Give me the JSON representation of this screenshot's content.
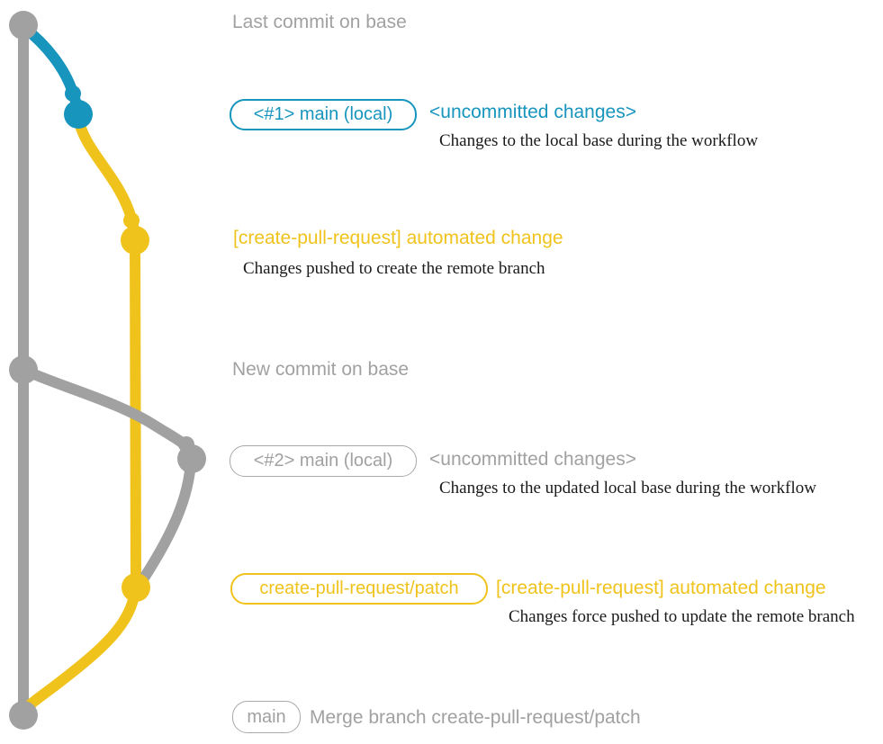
{
  "colors": {
    "gray": "#a1a1a1",
    "blue": "#1795bd",
    "yellow": "#f0c31c",
    "desc_text": "#1a1a1a"
  },
  "graph": {
    "type": "git-branch-diagram",
    "branches": [
      {
        "name": "base",
        "color": "gray"
      },
      {
        "name": "main (local)",
        "color": "blue then gray"
      },
      {
        "name": "create-pull-request/patch",
        "color": "yellow"
      }
    ],
    "commits": [
      {
        "label": "Last commit on base",
        "branch": "base",
        "color": "gray"
      },
      {
        "label": "<#1> main (local) <uncommitted changes>",
        "branch": "main (local)",
        "color": "blue"
      },
      {
        "label": "[create-pull-request] automated change",
        "branch": "create-pull-request/patch",
        "color": "yellow"
      },
      {
        "label": "New commit on base",
        "branch": "base",
        "color": "gray"
      },
      {
        "label": "<#2> main (local) <uncommitted changes>",
        "branch": "main (local)",
        "color": "gray"
      },
      {
        "label": "[create-pull-request] automated change (force push)",
        "branch": "create-pull-request/patch",
        "color": "yellow"
      },
      {
        "label": "Merge branch create-pull-request/patch",
        "branch": "main",
        "color": "gray"
      }
    ]
  },
  "annotations": {
    "last_commit_title": "Last commit on base",
    "new_commit_title": "New commit on base",
    "row1": {
      "badge": "<#1> main (local)",
      "heading": "<uncommitted changes>",
      "desc": "Changes to the local base during the workflow"
    },
    "row2": {
      "heading": "[create-pull-request] automated change",
      "desc": "Changes pushed to create the remote branch"
    },
    "row3": {
      "badge": "<#2> main (local)",
      "heading": "<uncommitted changes>",
      "desc": "Changes to the updated local base during the workflow"
    },
    "row4": {
      "badge": "create-pull-request/patch",
      "heading": "[create-pull-request] automated change",
      "desc": "Changes force pushed to update the remote branch"
    },
    "row5": {
      "badge": "main",
      "heading": "Merge branch create-pull-request/patch"
    }
  }
}
